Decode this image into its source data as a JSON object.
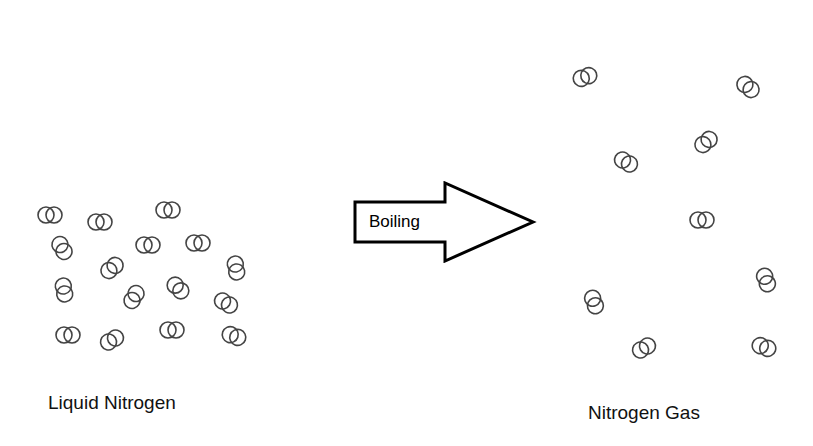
{
  "diagram": {
    "nodes": [
      {
        "text": [
          "Boiling"
        ]
      }
    ],
    "labels": [
      "Liquid Nitrogen",
      "Nitrogen Gas"
    ]
  }
}
